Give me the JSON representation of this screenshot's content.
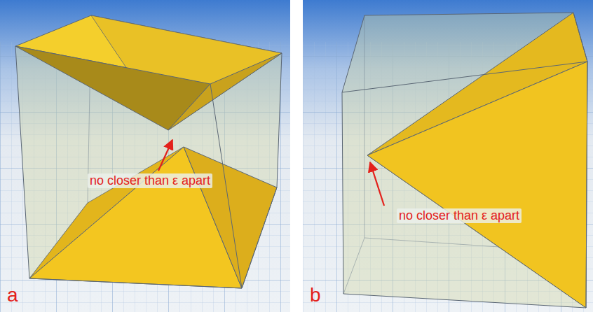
{
  "diagram": {
    "labels": [
      "no closer than ε apart",
      "no closer than ε apart",
      "a",
      "b"
    ]
  }
}
